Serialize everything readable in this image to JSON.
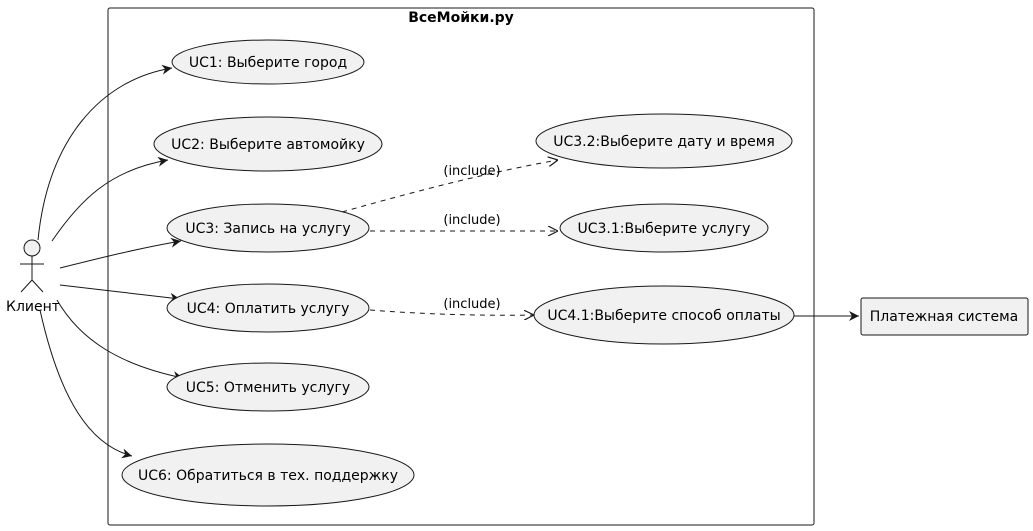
{
  "system": {
    "title": "ВсеМойки.ру"
  },
  "actor": {
    "name": "Клиент"
  },
  "external": {
    "name": "Платежная система"
  },
  "use_cases": {
    "uc1": "UC1: Выберите город",
    "uc2": "UC2: Выберите автомойку",
    "uc3": "UC3: Запись на услугу",
    "uc4": "UC4: Оплатить услугу",
    "uc5": "UC5: Отменить услугу",
    "uc6": "UC6: Обратиться в тех. поддержку",
    "uc3_2": "UC3.2:Выберите дату и время",
    "uc3_1": "UC3.1:Выберите услугу",
    "uc4_1": "UC4.1:Выберите способ оплаты"
  },
  "relations": {
    "include_uc3_uc3_2": "(include)",
    "include_uc3_uc3_1": "(include)",
    "include_uc4_uc4_1": "(include)"
  },
  "colors": {
    "fill": "#f1f1f1",
    "stroke": "#181818",
    "line": "#181818"
  }
}
